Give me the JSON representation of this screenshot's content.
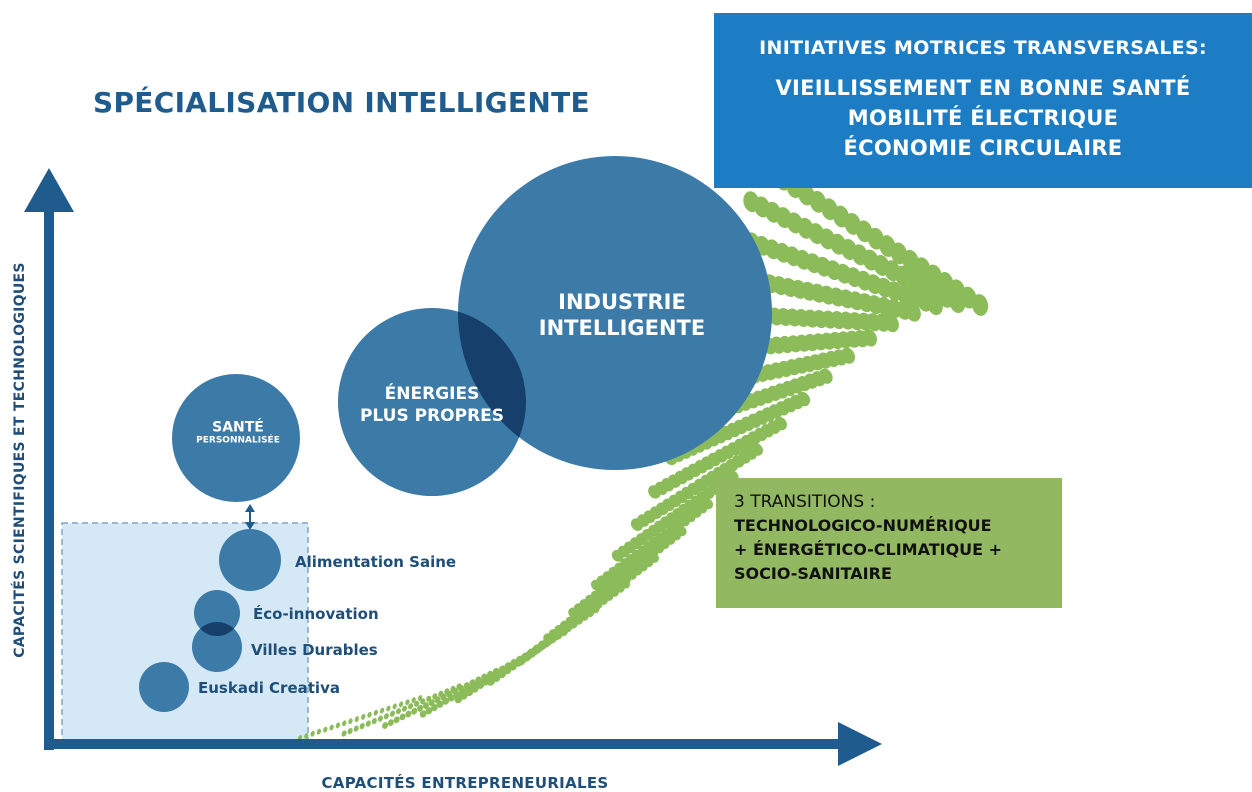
{
  "title": "SPÉCIALISATION INTELLIGENTE",
  "y_axis_label": "CAPACITÉS SCIENTIFIQUES ET TECHNOLOGIQUES",
  "x_axis_label": "CAPACITÉS ENTREPRENEURIALES",
  "top_box": {
    "heading": "INITIATIVES MOTRICES TRANSVERSALES:",
    "items": [
      "VIEILLISSEMENT EN BONNE SANTÉ",
      "MOBILITÉ ÉLECTRIQUE",
      "ÉCONOMIE CIRCULAIRE"
    ]
  },
  "transitions_box": {
    "heading": "3 TRANSITIONS :",
    "lines": [
      "TECHNOLOGICO-NUMÉRIQUE",
      "+ ÉNERGÉTICO-CLIMATIQUE +",
      "SOCIO-SANITAIRE"
    ]
  },
  "bubbles": {
    "industrie": [
      "INDUSTRIE",
      "INTELLIGENTE"
    ],
    "energies": [
      "ÉNERGIES",
      "PLUS PROPRES"
    ],
    "sante": {
      "main": "SANTÉ",
      "sub": "PERSONNALISÉE"
    }
  },
  "niches": [
    "Alimentation Saine",
    "Éco-innovation",
    "Villes Durables",
    "Euskadi Creativa"
  ],
  "colors": {
    "bubble": "#2f6fa3",
    "bubble_overlap": "#173f6b",
    "axis": "#1f5b8c",
    "box_blue": "#1c7cc4",
    "box_green": "#92b862",
    "dots": "#8cbc5a",
    "emerging_area": "#d4e8f5"
  }
}
